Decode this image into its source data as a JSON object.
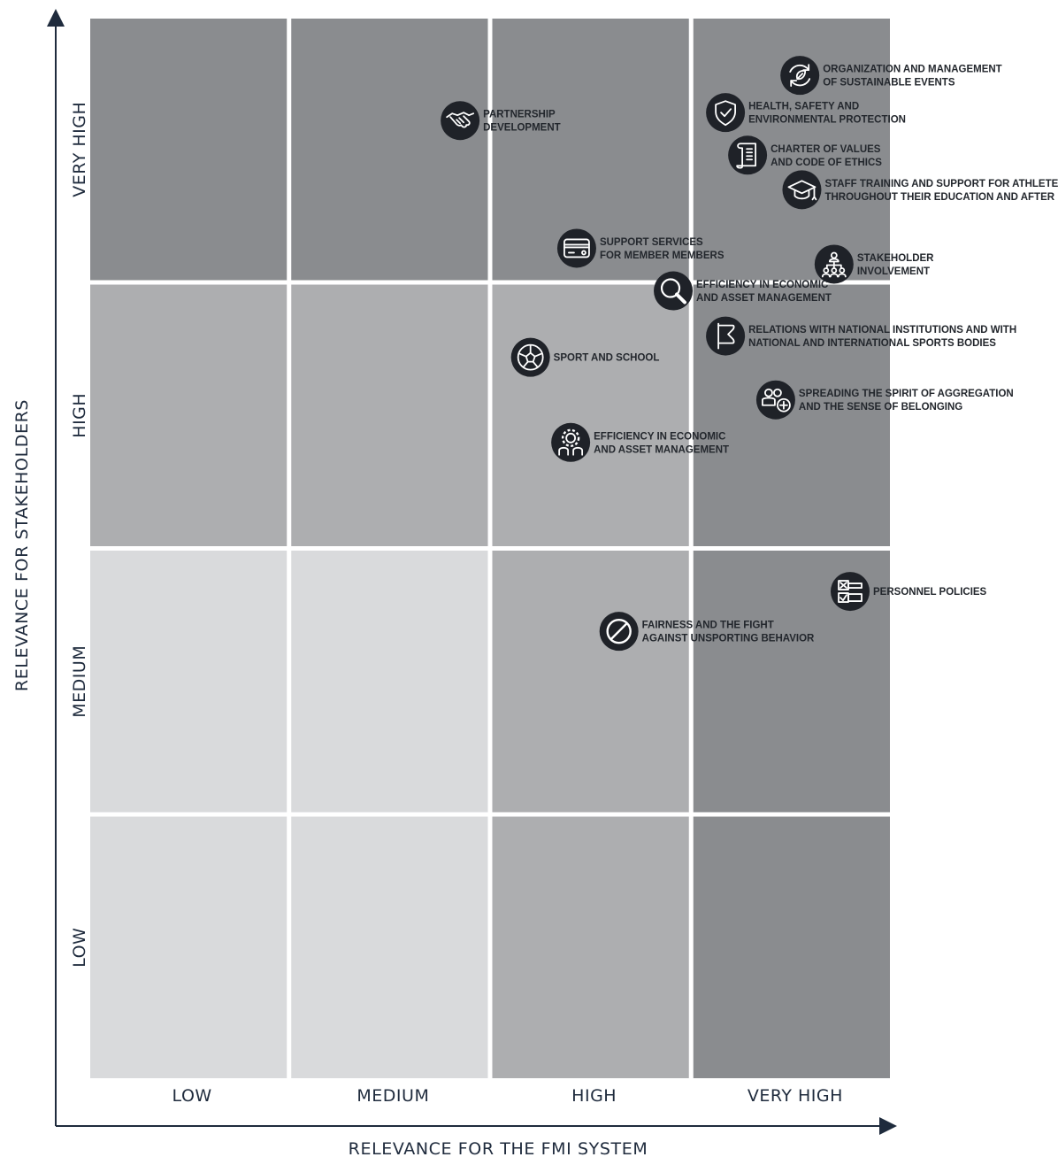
{
  "chart_data": {
    "type": "scatter",
    "title": "",
    "xlabel": "RELEVANCE FOR THE FMI SYSTEM",
    "ylabel": "RELEVANCE FOR STAKEHOLDERS",
    "x_categories": [
      "LOW",
      "MEDIUM",
      "HIGH",
      "VERY HIGH"
    ],
    "y_categories": [
      "LOW",
      "MEDIUM",
      "HIGH",
      "VERY HIGH"
    ],
    "xlim": [
      0,
      4
    ],
    "ylim": [
      0,
      4
    ],
    "grid": true,
    "legend": "none",
    "cell_colors": {
      "light": "#d9dadc",
      "mid": "#adaeb0",
      "dark": "#8a8c8f"
    },
    "cell_shading": [
      [
        "light",
        "light",
        "mid",
        "dark"
      ],
      [
        "light",
        "light",
        "mid",
        "dark"
      ],
      [
        "mid",
        "mid",
        "mid",
        "dark"
      ],
      [
        "dark",
        "dark",
        "dark",
        "dark"
      ]
    ],
    "marker_color": "#1f2228",
    "points": [
      {
        "icon": "refresh-leaf-icon",
        "lines": [
          "ORGANIZATION AND MANAGEMENT",
          "OF SUSTAINABLE EVENTS"
        ],
        "x": 3.53,
        "y": 3.77
      },
      {
        "icon": "shield-check-icon",
        "lines": [
          "HEALTH, SAFETY AND",
          "ENVIRONMENTAL PROTECTION"
        ],
        "x": 3.16,
        "y": 3.63
      },
      {
        "icon": "handshake-icon",
        "lines": [
          "PARTNERSHIP",
          "DEVELOPMENT"
        ],
        "x": 1.84,
        "y": 3.6
      },
      {
        "icon": "scroll-icon",
        "lines": [
          "CHARTER OF VALUES",
          "AND CODE OF ETHICS"
        ],
        "x": 3.27,
        "y": 3.47
      },
      {
        "icon": "graduation-cap-icon",
        "lines": [
          "STAFF TRAINING AND SUPPORT FOR ATHLETES",
          "THROUGHOUT THEIR EDUCATION AND AFTER"
        ],
        "x": 3.54,
        "y": 3.34
      },
      {
        "icon": "card-icon",
        "lines": [
          "SUPPORT SERVICES",
          "FOR MEMBER MEMBERS"
        ],
        "x": 2.42,
        "y": 3.12
      },
      {
        "icon": "network-people-icon",
        "lines": [
          "STAKEHOLDER",
          "INVOLVEMENT"
        ],
        "x": 3.7,
        "y": 3.06
      },
      {
        "icon": "magnifier-icon",
        "lines": [
          "EFFICIENCY IN ECONOMIC",
          "AND ASSET MANAGEMENT"
        ],
        "x": 2.9,
        "y": 2.96
      },
      {
        "icon": "flag-icon",
        "lines": [
          "RELATIONS WITH NATIONAL INSTITUTIONS AND WITH",
          "NATIONAL AND INTERNATIONAL SPORTS BODIES"
        ],
        "x": 3.16,
        "y": 2.79
      },
      {
        "icon": "soccer-ball-icon",
        "lines": [
          "SPORT AND SCHOOL"
        ],
        "x": 2.19,
        "y": 2.71
      },
      {
        "icon": "group-plus-icon",
        "lines": [
          "SPREADING THE SPIRIT OF AGGREGATION",
          "AND THE SENSE OF BELONGING"
        ],
        "x": 3.41,
        "y": 2.55
      },
      {
        "icon": "gear-people-icon",
        "lines": [
          "EFFICIENCY IN ECONOMIC",
          "AND ASSET MANAGEMENT"
        ],
        "x": 2.39,
        "y": 2.39
      },
      {
        "icon": "checklist-icon",
        "lines": [
          "PERSONNEL POLICIES"
        ],
        "x": 3.78,
        "y": 1.83
      },
      {
        "icon": "prohibited-icon",
        "lines": [
          "FAIRNESS AND THE FIGHT",
          "AGAINST UNSPORTING BEHAVIOR"
        ],
        "x": 2.63,
        "y": 1.68
      }
    ]
  }
}
